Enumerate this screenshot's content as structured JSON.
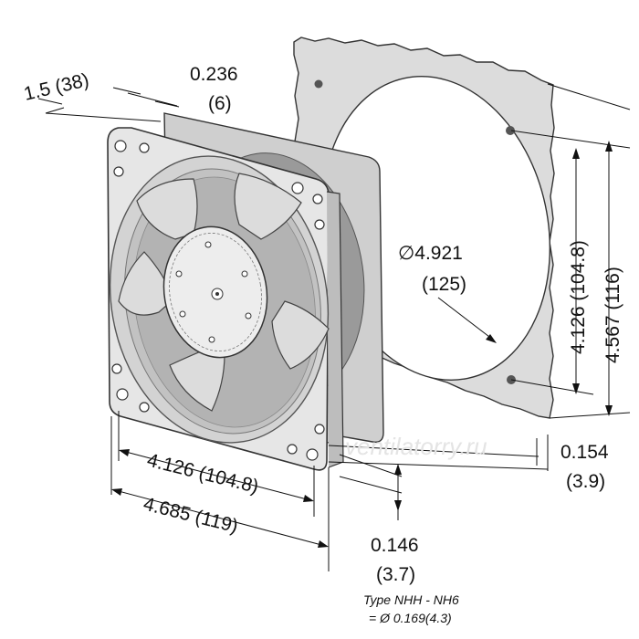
{
  "dimensions": {
    "depth": "1.5 (38)",
    "flange_top_in": "0.236",
    "flange_top_mm": "(6)",
    "diameter_in": "∅4.921",
    "diameter_mm": "(125)",
    "hole_spacing_vertical": "4.126 (104.8)",
    "height_vertical": "4.567 (116)",
    "hole_spacing_horizontal": "4.126 (104.8)",
    "width_horizontal": "4.685 (119)",
    "offset_right_in": "0.154",
    "offset_right_mm": "(3.9)",
    "offset_bottom_in": "0.146",
    "offset_bottom_mm": "(3.7)"
  },
  "note": {
    "line1": "Type NHH - NH6",
    "line2": "= Ø 0.169(4.3)"
  },
  "watermark": "ventilatorry.ru",
  "colors": {
    "frame_fill": "#e2e2e2",
    "frame_stroke": "#333333",
    "text": "#111111"
  }
}
